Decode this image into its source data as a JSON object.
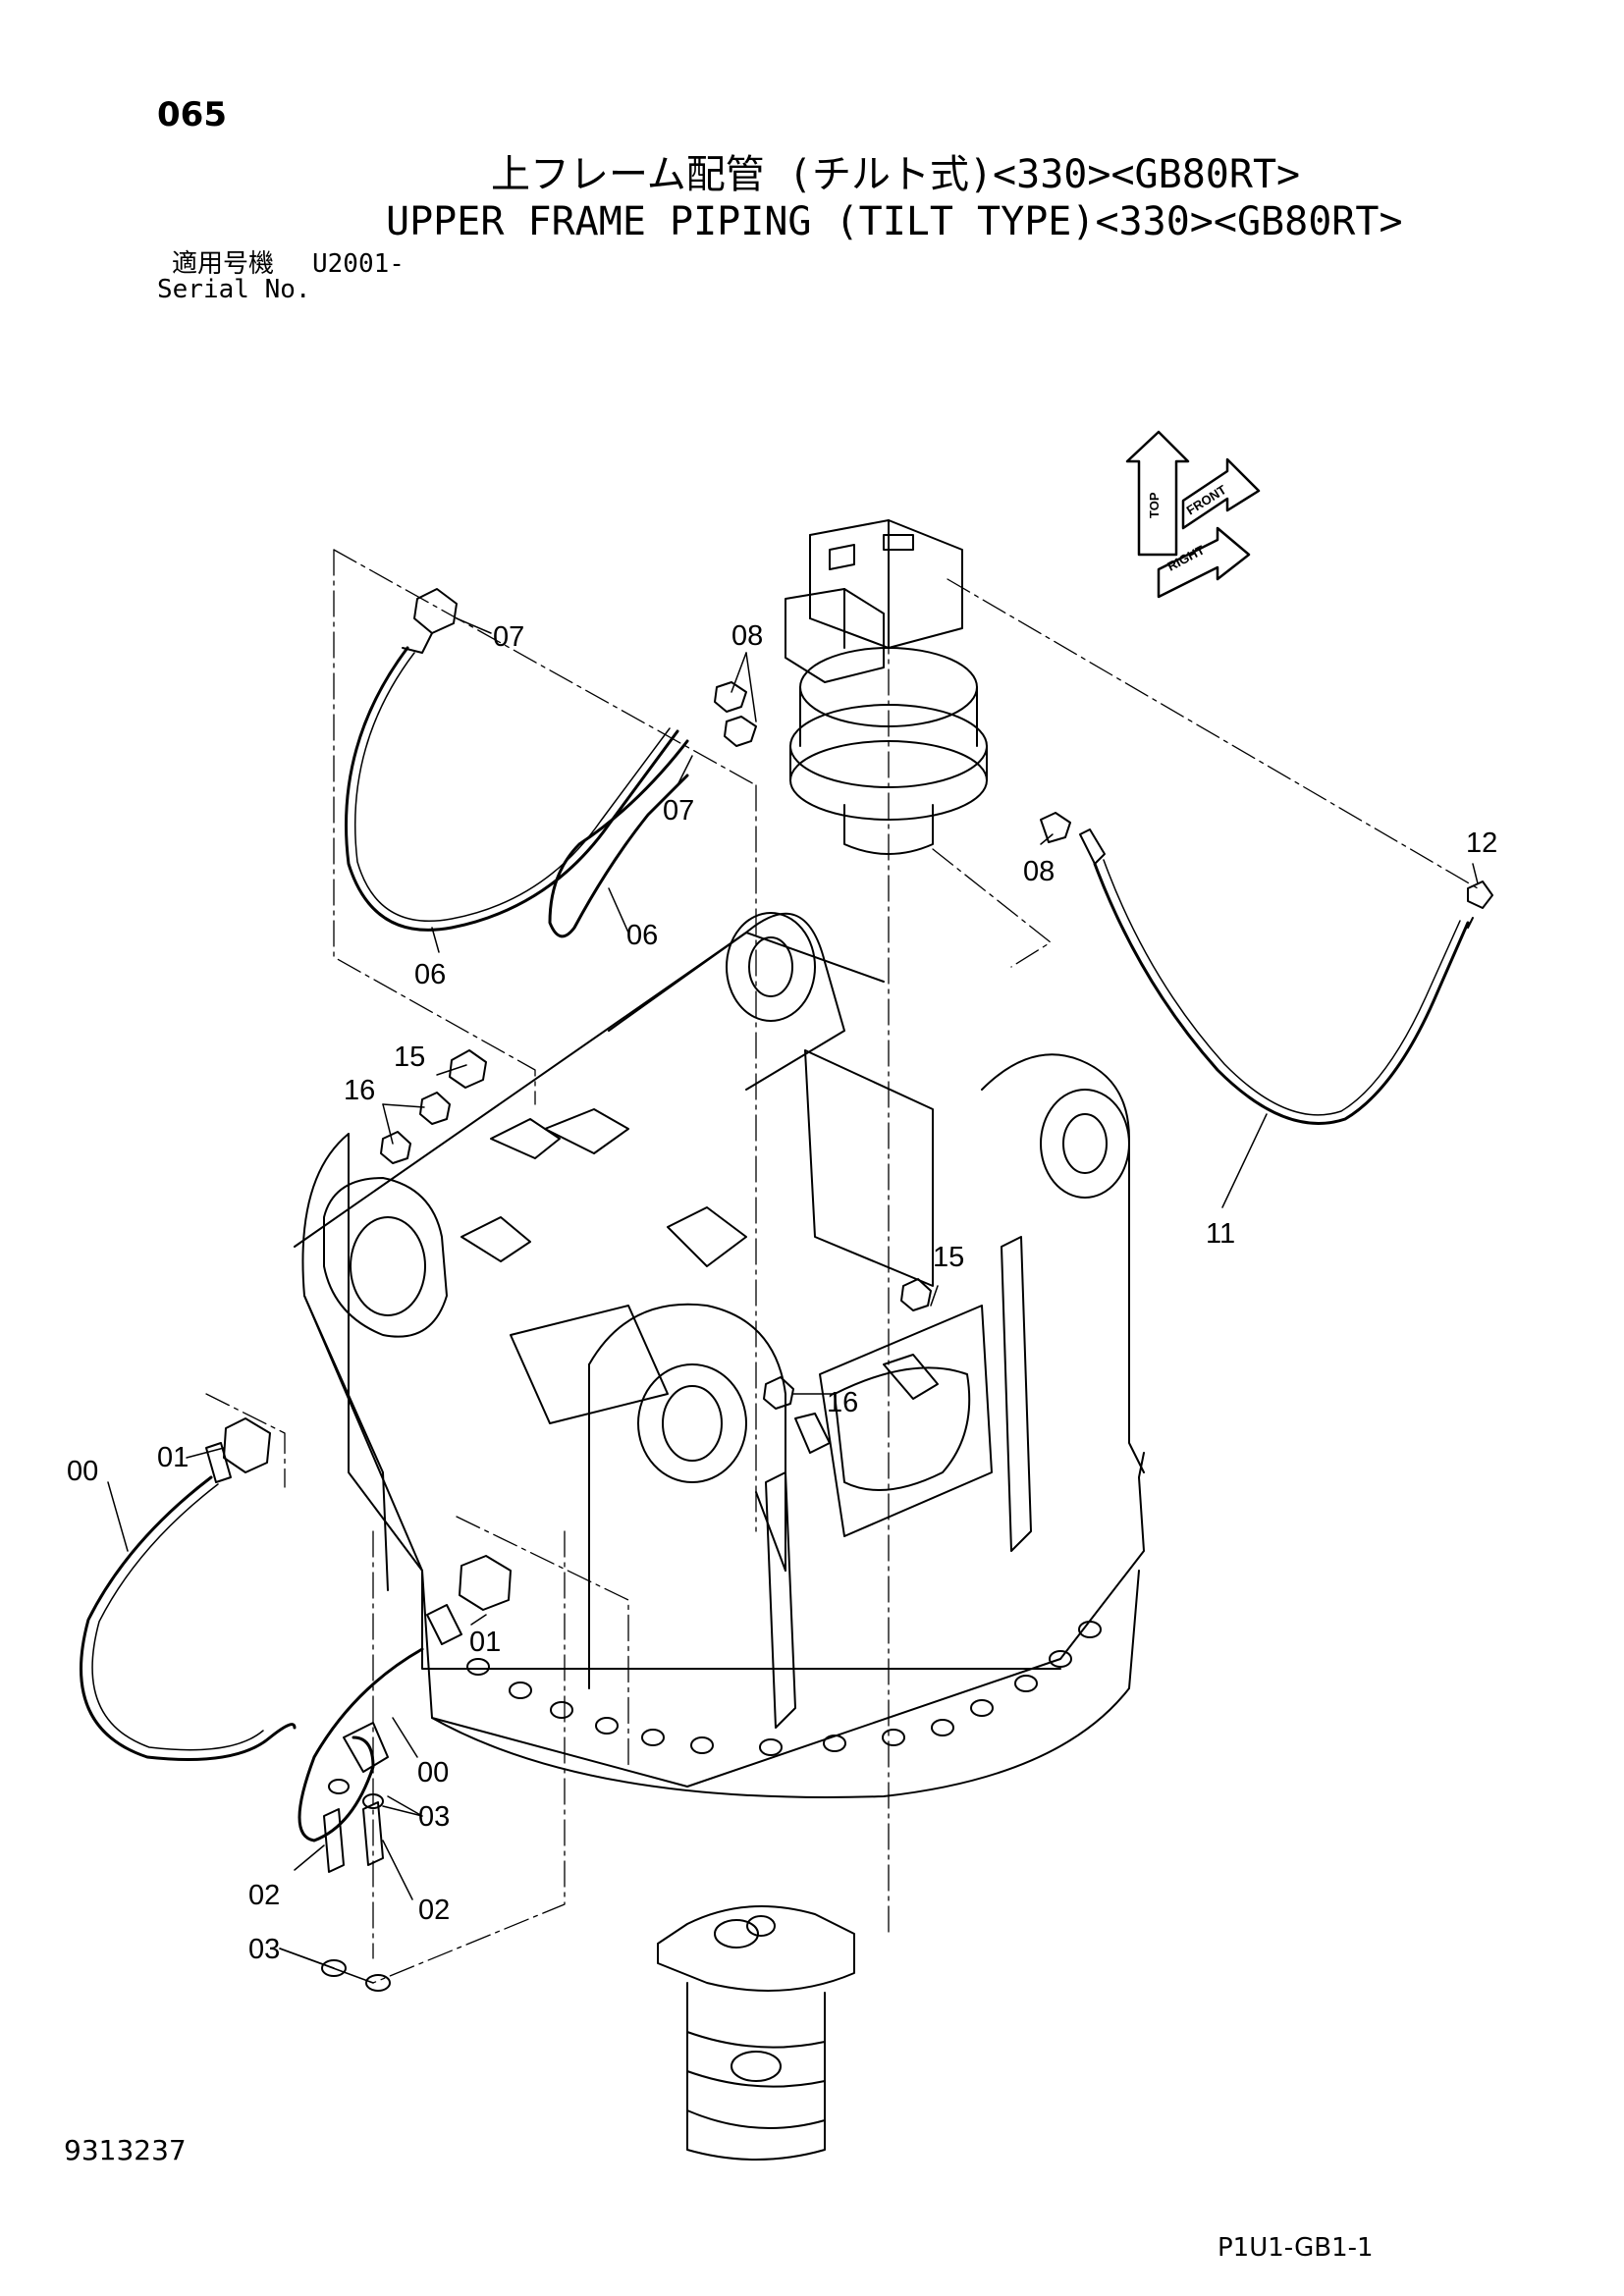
{
  "page_number": "065",
  "title_ja": "上フレーム配管 (チルト式)<330><GB80RT>",
  "title_en": "UPPER FRAME PIPING (TILT TYPE)<330><GB80RT>",
  "serial_label_ja": "適用号機",
  "serial_label_en": "Serial No.",
  "serial_value": "U2001-",
  "document_number": "9313237",
  "page_code": "P1U1-GB1-1",
  "orientation_labels": [
    "TOP",
    "FRONT",
    "RIGHT"
  ],
  "callouts": [
    "07",
    "08",
    "07",
    "06",
    "06",
    "08",
    "12",
    "11",
    "15",
    "16",
    "15",
    "16",
    "01",
    "00",
    "01",
    "00",
    "03",
    "02",
    "02",
    "03"
  ]
}
